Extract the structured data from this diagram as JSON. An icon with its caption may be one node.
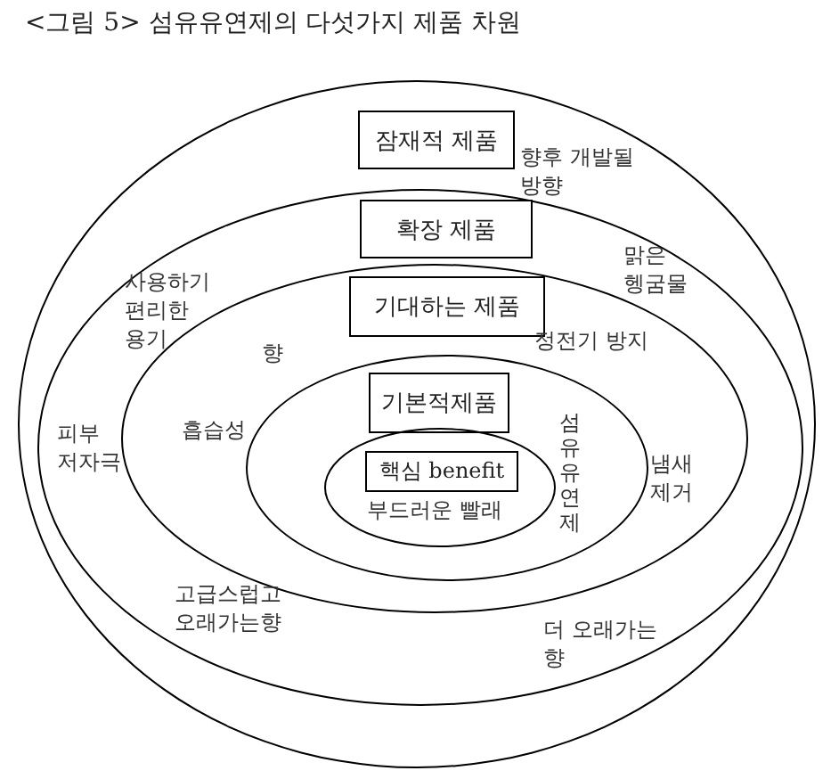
{
  "diagram": {
    "title": "<그림 5> 섬유유연제의 다섯가지 제품 차원",
    "nodes": [
      {
        "text": [],
        "shape": "ellipse"
      },
      {
        "text": [
          "잠재적 제품"
        ],
        "in": 0
      },
      {
        "text": [],
        "shape": "ellipse",
        "in": 0
      },
      {
        "text": [
          "확장 제품"
        ],
        "in": 2
      },
      {
        "text": [],
        "shape": "ellipse",
        "in": 2
      },
      {
        "text": [
          "기대하는 제품"
        ],
        "in": 4
      },
      {
        "text": [],
        "shape": "ellipse",
        "in": 4
      },
      {
        "text": [
          "기본적제품"
        ],
        "in": 6
      },
      {
        "text": [],
        "shape": "ellipse",
        "in": 6
      },
      {
        "text": [
          "핵심 benefit"
        ],
        "in": 8
      }
    ],
    "edges": [],
    "labels": [
      "향후 개발될 방향",
      "사용하기 편리한 용기",
      "맑은 헹굼물",
      "향",
      "정전기 방지",
      "피부 저자극",
      "흡습성",
      "섬유유연제",
      "냄새 제거",
      "부드러운 빨래",
      "고급스럽고 오래가는향",
      "더 오래가는 향"
    ]
  }
}
